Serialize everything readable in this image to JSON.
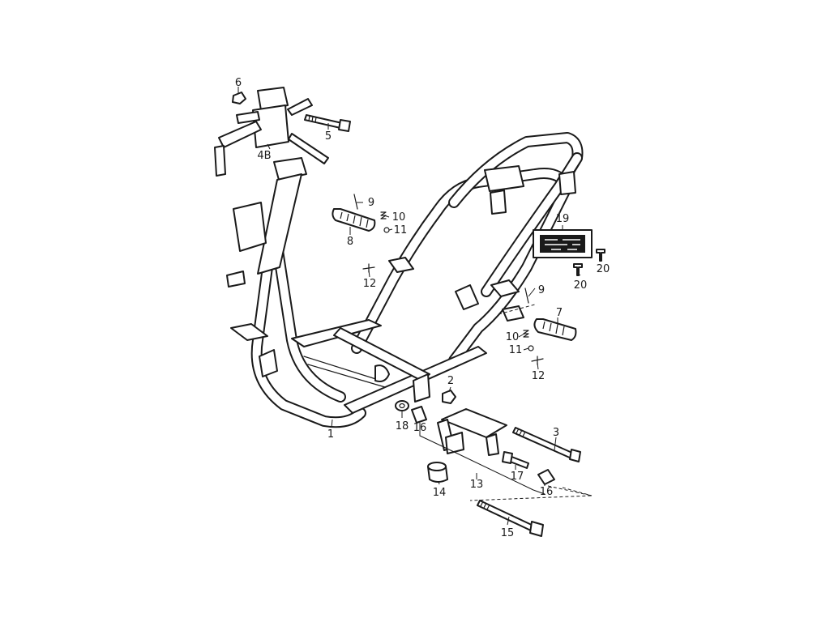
{
  "callouts": [
    {
      "id": "c1",
      "label": "1"
    },
    {
      "id": "c2",
      "label": "2"
    },
    {
      "id": "c3",
      "label": "3"
    },
    {
      "id": "c4b",
      "label": "4B"
    },
    {
      "id": "c5",
      "label": "5"
    },
    {
      "id": "c6",
      "label": "6"
    },
    {
      "id": "c7",
      "label": "7"
    },
    {
      "id": "c8",
      "label": "8"
    },
    {
      "id": "c9a",
      "label": "9"
    },
    {
      "id": "c9b",
      "label": "9"
    },
    {
      "id": "c10a",
      "label": "10"
    },
    {
      "id": "c10b",
      "label": "10"
    },
    {
      "id": "c11a",
      "label": "11"
    },
    {
      "id": "c11b",
      "label": "11"
    },
    {
      "id": "c12a",
      "label": "12"
    },
    {
      "id": "c12b",
      "label": "12"
    },
    {
      "id": "c13",
      "label": "13"
    },
    {
      "id": "c14",
      "label": "14"
    },
    {
      "id": "c15",
      "label": "15"
    },
    {
      "id": "c16a",
      "label": "16"
    },
    {
      "id": "c16b",
      "label": "16"
    },
    {
      "id": "c17",
      "label": "17"
    },
    {
      "id": "c18",
      "label": "18"
    },
    {
      "id": "c19",
      "label": "19"
    },
    {
      "id": "c20a",
      "label": "20"
    },
    {
      "id": "c20b",
      "label": "20"
    }
  ],
  "colors": {
    "ink": "#1a1a1a",
    "paper": "#ffffff"
  }
}
